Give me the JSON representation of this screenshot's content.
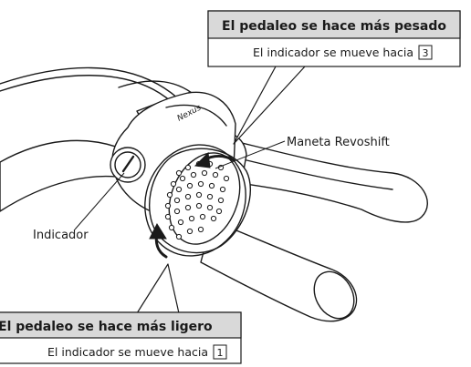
{
  "callout_top": {
    "heading": "El pedaleo se hace más pesado",
    "body": "El indicador se mueve hacia",
    "number": "3"
  },
  "callout_bottom": {
    "heading": "El pedaleo se hace más ligero",
    "body": "El indicador se mueve hacia",
    "number": "1"
  },
  "labels": {
    "shifter": "Maneta Revoshift",
    "indicator": "Indicador",
    "brand": "Nexus"
  },
  "colors": {
    "callout_header_bg": "#d9d9d9",
    "line": "#1a1a1a",
    "background": "#ffffff"
  }
}
